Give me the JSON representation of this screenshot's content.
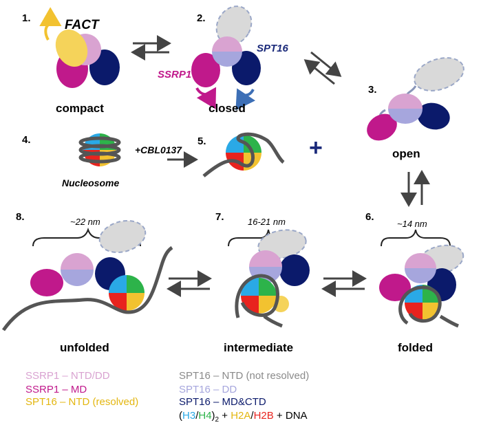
{
  "steps": {
    "s1": "1.",
    "s2": "2.",
    "s3": "3.",
    "s4": "4.",
    "s5": "5.",
    "s6": "6.",
    "s7": "7.",
    "s8": "8."
  },
  "states": {
    "compact": "compact",
    "closed": "closed",
    "open": "open",
    "unfolded": "unfolded",
    "intermediate": "intermediate",
    "folded": "folded"
  },
  "labels": {
    "fact": "FACT",
    "spt16": "SPT16",
    "ssrp1": "SSRP1",
    "nucleosome": "Nucleosome",
    "drug": "+CBL0137",
    "plus": "+"
  },
  "sizes": {
    "unfolded": "~22 nm",
    "intermediate": "16-21 nm",
    "folded": "~14 nm"
  },
  "legend": {
    "ssrp1_ntd_dd": "SSRP1 – NTD/DD",
    "ssrp1_md": "SSRP1 – MD",
    "spt16_ntd_resolved": "SPT16 – NTD (resolved)",
    "spt16_ntd_not_resolved": "SPT16 – NTD (not resolved)",
    "spt16_dd": "SPT16 – DD",
    "spt16_md_ctd": "SPT16 – MD&CTD",
    "histone_open": "(",
    "h3": "H3",
    "slash1": "/",
    "h4": "H4",
    "close_sub": ")",
    "sub2": "2",
    "plus1": " + ",
    "h2a": "H2A",
    "slash2": "/",
    "h2b": "H2B",
    "plus2": " + DNA"
  },
  "colors": {
    "ssrp1_ntd_dd": "#d9a3d1",
    "ssrp1_md": "#c0198b",
    "spt16_ntd_resolved": "#f5d35a",
    "spt16_ntd_not_resolved": "#d9d9d9",
    "spt16_dd": "#a6a6dd",
    "spt16_md_ctd": "#0b1a6b",
    "h3": "#2aa9e6",
    "h4": "#2db34a",
    "h2a": "#f2c230",
    "h2b": "#e8231e",
    "dna": "#555555"
  }
}
